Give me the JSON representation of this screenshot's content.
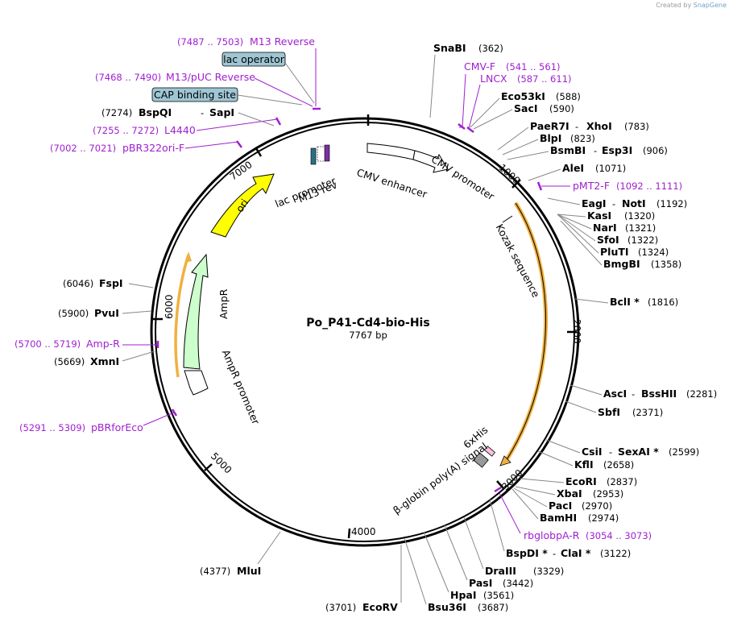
{
  "credit": {
    "prefix": "Created by",
    "brand": "SnapGene"
  },
  "plasmid": {
    "name": "Po_P41-Cd4-bio-His",
    "size": "7767 bp"
  },
  "ticks": [
    "1000",
    "2000",
    "3000",
    "4000",
    "5000",
    "6000",
    "7000"
  ],
  "features": {
    "ori": "ori",
    "lac_promoter": "lac promoter",
    "m13_rev": "M13 rev",
    "cmv_enhancer": "CMV enhancer",
    "cmv_promoter": "CMV promoter",
    "kozak": "Kozak sequence",
    "ampr": "AmpR",
    "ampr_promoter": "AmpR promoter",
    "his": "6xHis",
    "polya": "β-globin poly(A) signal"
  },
  "boxed": {
    "lac_operator": "lac operator",
    "cap": "CAP binding site"
  },
  "primers": {
    "m13_reverse": {
      "pos": "(7487 .. 7503)",
      "name": "M13 Reverse"
    },
    "m13_puc_reverse": {
      "pos": "(7468 .. 7490)",
      "name": "M13/pUC Reverse"
    },
    "l4440": {
      "pos": "(7255 .. 7272)",
      "name": "L4440"
    },
    "pbr322ori": {
      "pos": "(7002 .. 7021)",
      "name": "pBR322ori-F"
    },
    "amp_r": {
      "pos": "(5700 .. 5719)",
      "name": "Amp-R"
    },
    "pbrforeco": {
      "pos": "(5291 .. 5309)",
      "name": "pBRforEco"
    },
    "cmv_f": {
      "name": "CMV-F",
      "pos": "(541 .. 561)"
    },
    "lncx": {
      "name": "LNCX",
      "pos": "(587 .. 611)"
    },
    "pmt2_f": {
      "name": "pMT2-F",
      "pos": "(1092 .. 1111)"
    },
    "rbglobpa_r": {
      "name": "rbglobpA-R",
      "pos": "(3054 .. 3073)"
    }
  },
  "sites": {
    "bspqi": {
      "pos": "(7274)",
      "name": "BspQI",
      "sep": "-",
      "name2": "SapI"
    },
    "fspi": {
      "pos": "(6046)",
      "name": "FspI"
    },
    "pvui": {
      "pos": "(5900)",
      "name": "PvuI"
    },
    "xmni": {
      "pos": "(5669)",
      "name": "XmnI"
    },
    "mlui": {
      "pos": "(4377)",
      "name": "MluI"
    },
    "ecorv": {
      "pos": "(3701)",
      "name": "EcoRV"
    },
    "snabi": {
      "name": "SnaBI",
      "pos": "(362)"
    },
    "eco53ki": {
      "name": "Eco53kI",
      "pos": "(588)"
    },
    "saci": {
      "name": "SacI",
      "pos": "(590)"
    },
    "paer7i": {
      "name": "PaeR7I",
      "sep": "-",
      "name2": "XhoI",
      "pos": "(783)"
    },
    "blpi": {
      "name": "BlpI",
      "pos": "(823)"
    },
    "bsmbi": {
      "name": "BsmBI",
      "sep": "-",
      "name2": "Esp3I",
      "pos": "(906)"
    },
    "alei": {
      "name": "AleI",
      "pos": "(1071)"
    },
    "eagi": {
      "name": "EagI",
      "sep": "-",
      "name2": "NotI",
      "pos": "(1192)"
    },
    "kasi": {
      "name": "KasI",
      "pos": "(1320)"
    },
    "nari": {
      "name": "NarI",
      "pos": "(1321)"
    },
    "sfoi": {
      "name": "SfoI",
      "pos": "(1322)"
    },
    "pluti": {
      "name": "PluTI",
      "pos": "(1324)"
    },
    "bmgbi": {
      "name": "BmgBI",
      "pos": "(1358)"
    },
    "bcli": {
      "name": "BclI *",
      "pos": "(1816)"
    },
    "asci": {
      "name": "AscI",
      "sep": "-",
      "name2": "BssHII",
      "pos": "(2281)"
    },
    "sbfi": {
      "name": "SbfI",
      "pos": "(2371)"
    },
    "csii": {
      "name": "CsiI",
      "sep": "-",
      "name2": "SexAI *",
      "pos": "(2599)"
    },
    "kfli": {
      "name": "KflI",
      "pos": "(2658)"
    },
    "ecori": {
      "name": "EcoRI",
      "pos": "(2837)"
    },
    "xbai": {
      "name": "XbaI",
      "pos": "(2953)"
    },
    "paci": {
      "name": "PacI",
      "pos": "(2970)"
    },
    "bamhi": {
      "name": "BamHI",
      "pos": "(2974)"
    },
    "bspdi": {
      "name": "BspDI *",
      "sep": "-",
      "name2": "ClaI *",
      "pos": "(3122)"
    },
    "draiii": {
      "name": "DraIII",
      "pos": "(3329)"
    },
    "pasi": {
      "name": "PasI",
      "pos": "(3442)"
    },
    "hpai": {
      "name": "HpaI",
      "pos": "(3561)"
    },
    "bsu36i": {
      "name": "Bsu36I",
      "pos": "(3687)"
    }
  },
  "colors": {
    "primer": "#a020d0",
    "ori": "#ffff00",
    "ampr": "#ccffcc",
    "cds_outline": "#f0b040",
    "box": "#9fc6d4"
  }
}
